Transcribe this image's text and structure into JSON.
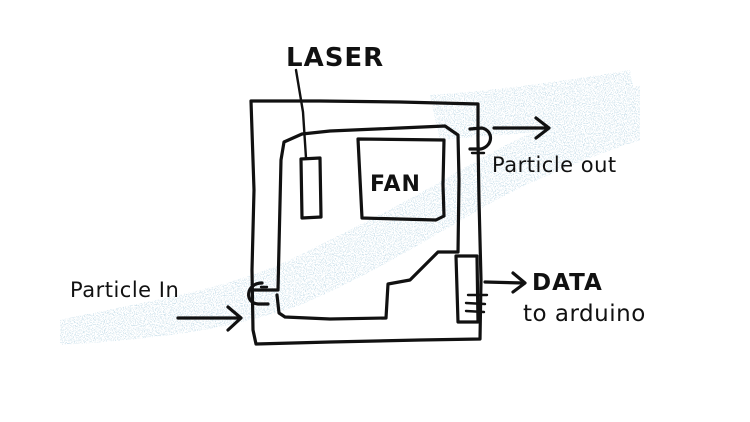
{
  "labels": {
    "laser": "LASER",
    "fan": "FAN",
    "particle_out": "Particle out",
    "particle_in": "Particle In",
    "data": "DATA",
    "to_arduino": "to arduino"
  },
  "colors": {
    "ink": "#111111",
    "airflow_mist": "#9fc3d6",
    "background": "#ffffff"
  }
}
